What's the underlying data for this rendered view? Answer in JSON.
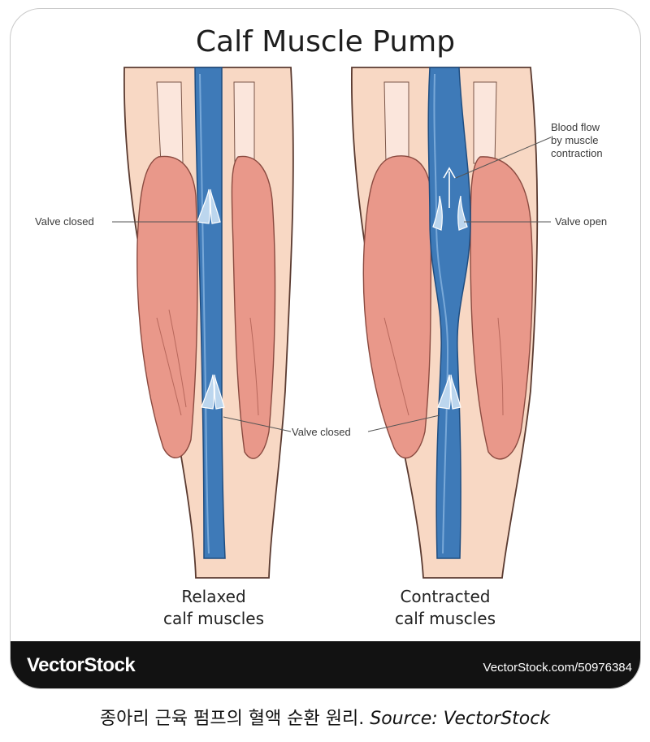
{
  "title": "Calf Muscle Pump",
  "labels": {
    "valve_closed_top": "Valve closed",
    "valve_closed_bottom": "Valve closed",
    "valve_open": "Valve open",
    "blood_flow": [
      "Blood flow",
      "by muscle",
      "contraction"
    ]
  },
  "panels": {
    "left": [
      "Relaxed",
      "calf muscles"
    ],
    "right": [
      "Contracted",
      "calf muscles"
    ]
  },
  "brand": {
    "logo_text": "VectorStock",
    "url": "VectorStock.com/50976384"
  },
  "footer": {
    "korean": "종아리 근육 펌프의 혈액 순환 원리.",
    "source": "Source: VectorStock"
  },
  "colors": {
    "skin": "#f8d8c4",
    "muscle": "#e9988a",
    "vein": "#3e7ab8",
    "vein_light": "#78a8d8"
  }
}
